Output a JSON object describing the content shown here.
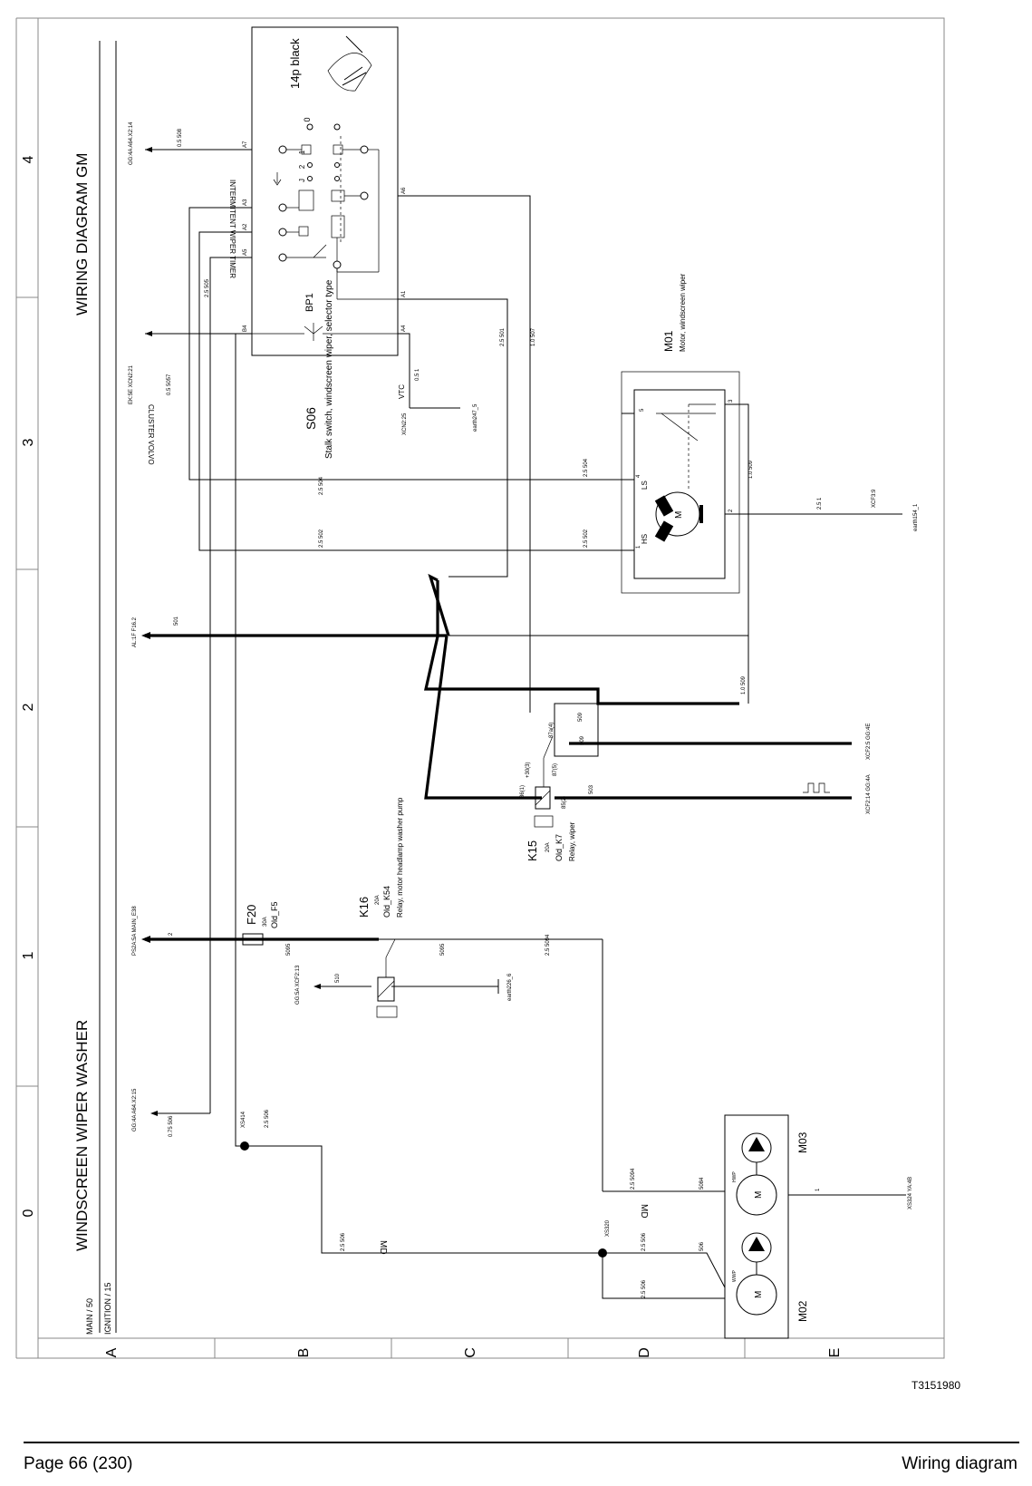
{
  "diagram": {
    "title": "WINDSCREEN WIPER WASHER",
    "diagram_name": "WIRING DIAGRAM GM",
    "grid_numbers": [
      "0",
      "1",
      "2",
      "3",
      "4"
    ],
    "grid_letters": [
      "A",
      "B",
      "C",
      "D",
      "E"
    ],
    "supply_labels": [
      "MAIN / 50",
      "IGNITION / 15"
    ],
    "image_id": "T3151980"
  },
  "components": {
    "s06": {
      "id": "S06",
      "name": "Stalk switch, windscreen wiper, selector type",
      "block": "14p black",
      "sub": "BP1",
      "timer_label": "INTERMITENT WIPER TIMER",
      "positions": [
        "0",
        "1",
        "2",
        "J"
      ]
    },
    "m01": {
      "id": "M01",
      "name": "Motor, windscreen wiper",
      "ls": "LS",
      "hs": "HS",
      "m": "M"
    },
    "k15": {
      "id": "K15",
      "rating": "20A",
      "old": "Old_K7",
      "name": "Relay, wiper"
    },
    "k16": {
      "id": "K16",
      "rating": "20A",
      "old": "Old_K54",
      "name": "Relay, motor headlamp washer pump"
    },
    "f20": {
      "id": "F20",
      "rating": "30A",
      "old": "Old_F5"
    },
    "m03": {
      "id": "M03",
      "pump": "HWP",
      "m": "M"
    },
    "m02": {
      "id": "M02",
      "pump": "WWP",
      "m": "M"
    }
  },
  "connectors": {
    "gg44_a64_214": "GG:4A A64.X2:14",
    "ek5e": "EK:5E XCN2:21",
    "cluster": "CLUSTER VOLVO",
    "vtc": "VTC",
    "xcn2_25": "XCN2:25",
    "earth247": "earth247_5",
    "earth154": "earth154_1",
    "earth226": "earth226_6",
    "al1f": "AL:1F F16.2",
    "ps2a": "PS2A:5A MAIN_E38",
    "gg5a_xcf213": "GG:5A XCF2:13",
    "xcf25": "XCF2:5 GG:4E",
    "xcf214": "XCF2:14 GG:4A",
    "gg4a_a64_215": "GG:4A A64.X2:15",
    "xs324": "XS324 YA:4B",
    "xs414": "XS414",
    "xs320": "XS320",
    "md": "MD",
    "xcf39": "XCF3:9"
  },
  "pins": {
    "s06": [
      "A7",
      "A3",
      "A2",
      "A5",
      "B4",
      "A6",
      "A1",
      "A4"
    ],
    "relay": [
      "86(1)",
      "+30(3)",
      "87(5)",
      "85(2)",
      "87a(4)"
    ],
    "m01": [
      "5",
      "4",
      "1",
      "2",
      "3"
    ]
  },
  "wire_codes": {
    "w508": "0.5 508",
    "w505": "2.5 505",
    "w5057": "0.5 5057",
    "w1": "0.5 1",
    "w501a": "2.5 501",
    "w507": "1.0 507",
    "w504": "2.5 504",
    "w502": "2.5 502",
    "w509": "1.0 509",
    "w1b": "2.5 1",
    "w501": "501",
    "w503": "503",
    "w509b": "509",
    "w2": "2",
    "w5095": "5095",
    "w510": "510",
    "w5094": "2.5 5094",
    "w506": "2.5 506",
    "w075_506": "0.75 506",
    "w506b": "506",
    "w5084": "5084",
    "w1c": "1"
  },
  "footer": {
    "page": "Page 66 (230)",
    "title": "Wiring diagram"
  }
}
